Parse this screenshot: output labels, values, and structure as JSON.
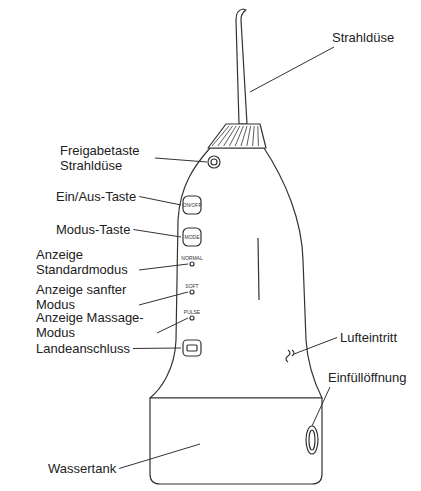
{
  "diagram": {
    "labels": [
      "Strahldüse",
      "Freigabetaste Strahldüse",
      "Ein/Aus-Taste",
      "Modus-Taste",
      "Anzeige Standardmodus",
      "Anzeige sanfter Modus",
      "Anzeige Massage-Modus",
      "Landeanschluss",
      "Lufteintritt",
      "Einfüllöffnung",
      "Wassertank",
      "ON/OFF",
      "MODE",
      "NORMAL",
      "SOFT",
      "PULSE"
    ]
  }
}
